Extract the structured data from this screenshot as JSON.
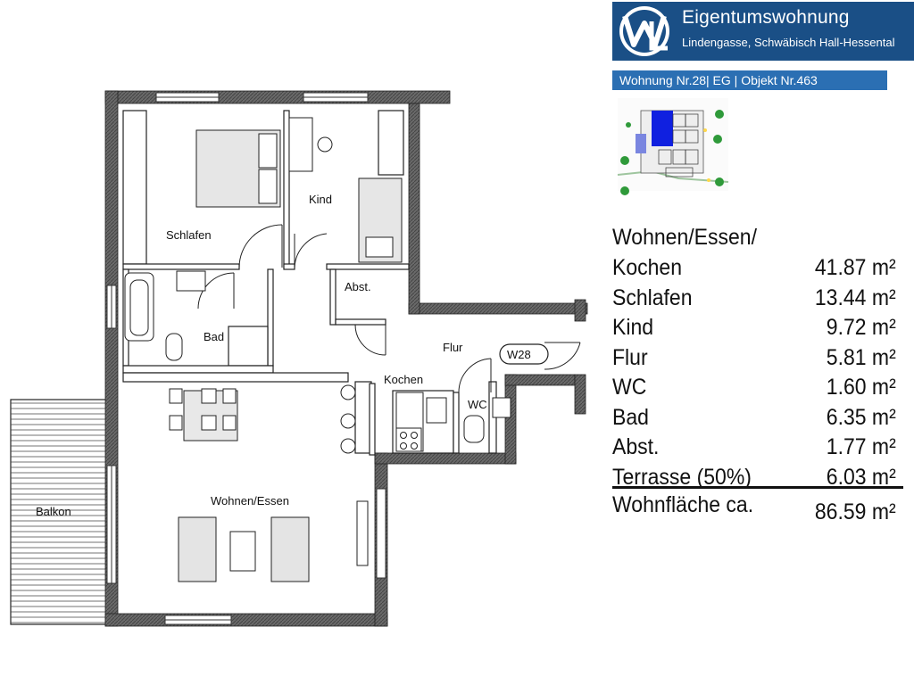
{
  "header": {
    "title": "Eigentumswohnung",
    "subtitle": "Lindengasse, Schwäbisch Hall-Hessental",
    "brand_color": "#1a4f86",
    "logo_icon": "wl-logo-icon"
  },
  "unit_bar": {
    "text": "Wohnung Nr.28| EG | Objekt Nr.463",
    "color": "#2b6fb3"
  },
  "site_plan": {
    "icon": "site-plan-thumbnail",
    "highlight_color": "#1020e0"
  },
  "floor_plan": {
    "labels": {
      "schlafen": "Schlafen",
      "kind": "Kind",
      "abst": "Abst.",
      "bad": "Bad",
      "flur": "Flur",
      "kochen": "Kochen",
      "wc": "WC",
      "wohnen_essen": "Wohnen/Essen",
      "balkon": "Balkon",
      "unit_tag": "W28"
    }
  },
  "area_table": {
    "heading": "Wohnen/Essen/",
    "rows": [
      {
        "label": "Kochen",
        "value": "41.87 m²"
      },
      {
        "label": "Schlafen",
        "value": "13.44 m²"
      },
      {
        "label": "Kind",
        "value": "9.72 m²"
      },
      {
        "label": "Flur",
        "value": "5.81 m²"
      },
      {
        "label": "WC",
        "value": "1.60 m²"
      },
      {
        "label": "Bad",
        "value": "6.35 m²"
      },
      {
        "label": "Abst.",
        "value": "1.77 m²"
      },
      {
        "label": "Terrasse (50%)",
        "value": "6.03 m²"
      }
    ],
    "total": {
      "label": "Wohnfläche ca.",
      "value": "86.59 m²"
    }
  }
}
